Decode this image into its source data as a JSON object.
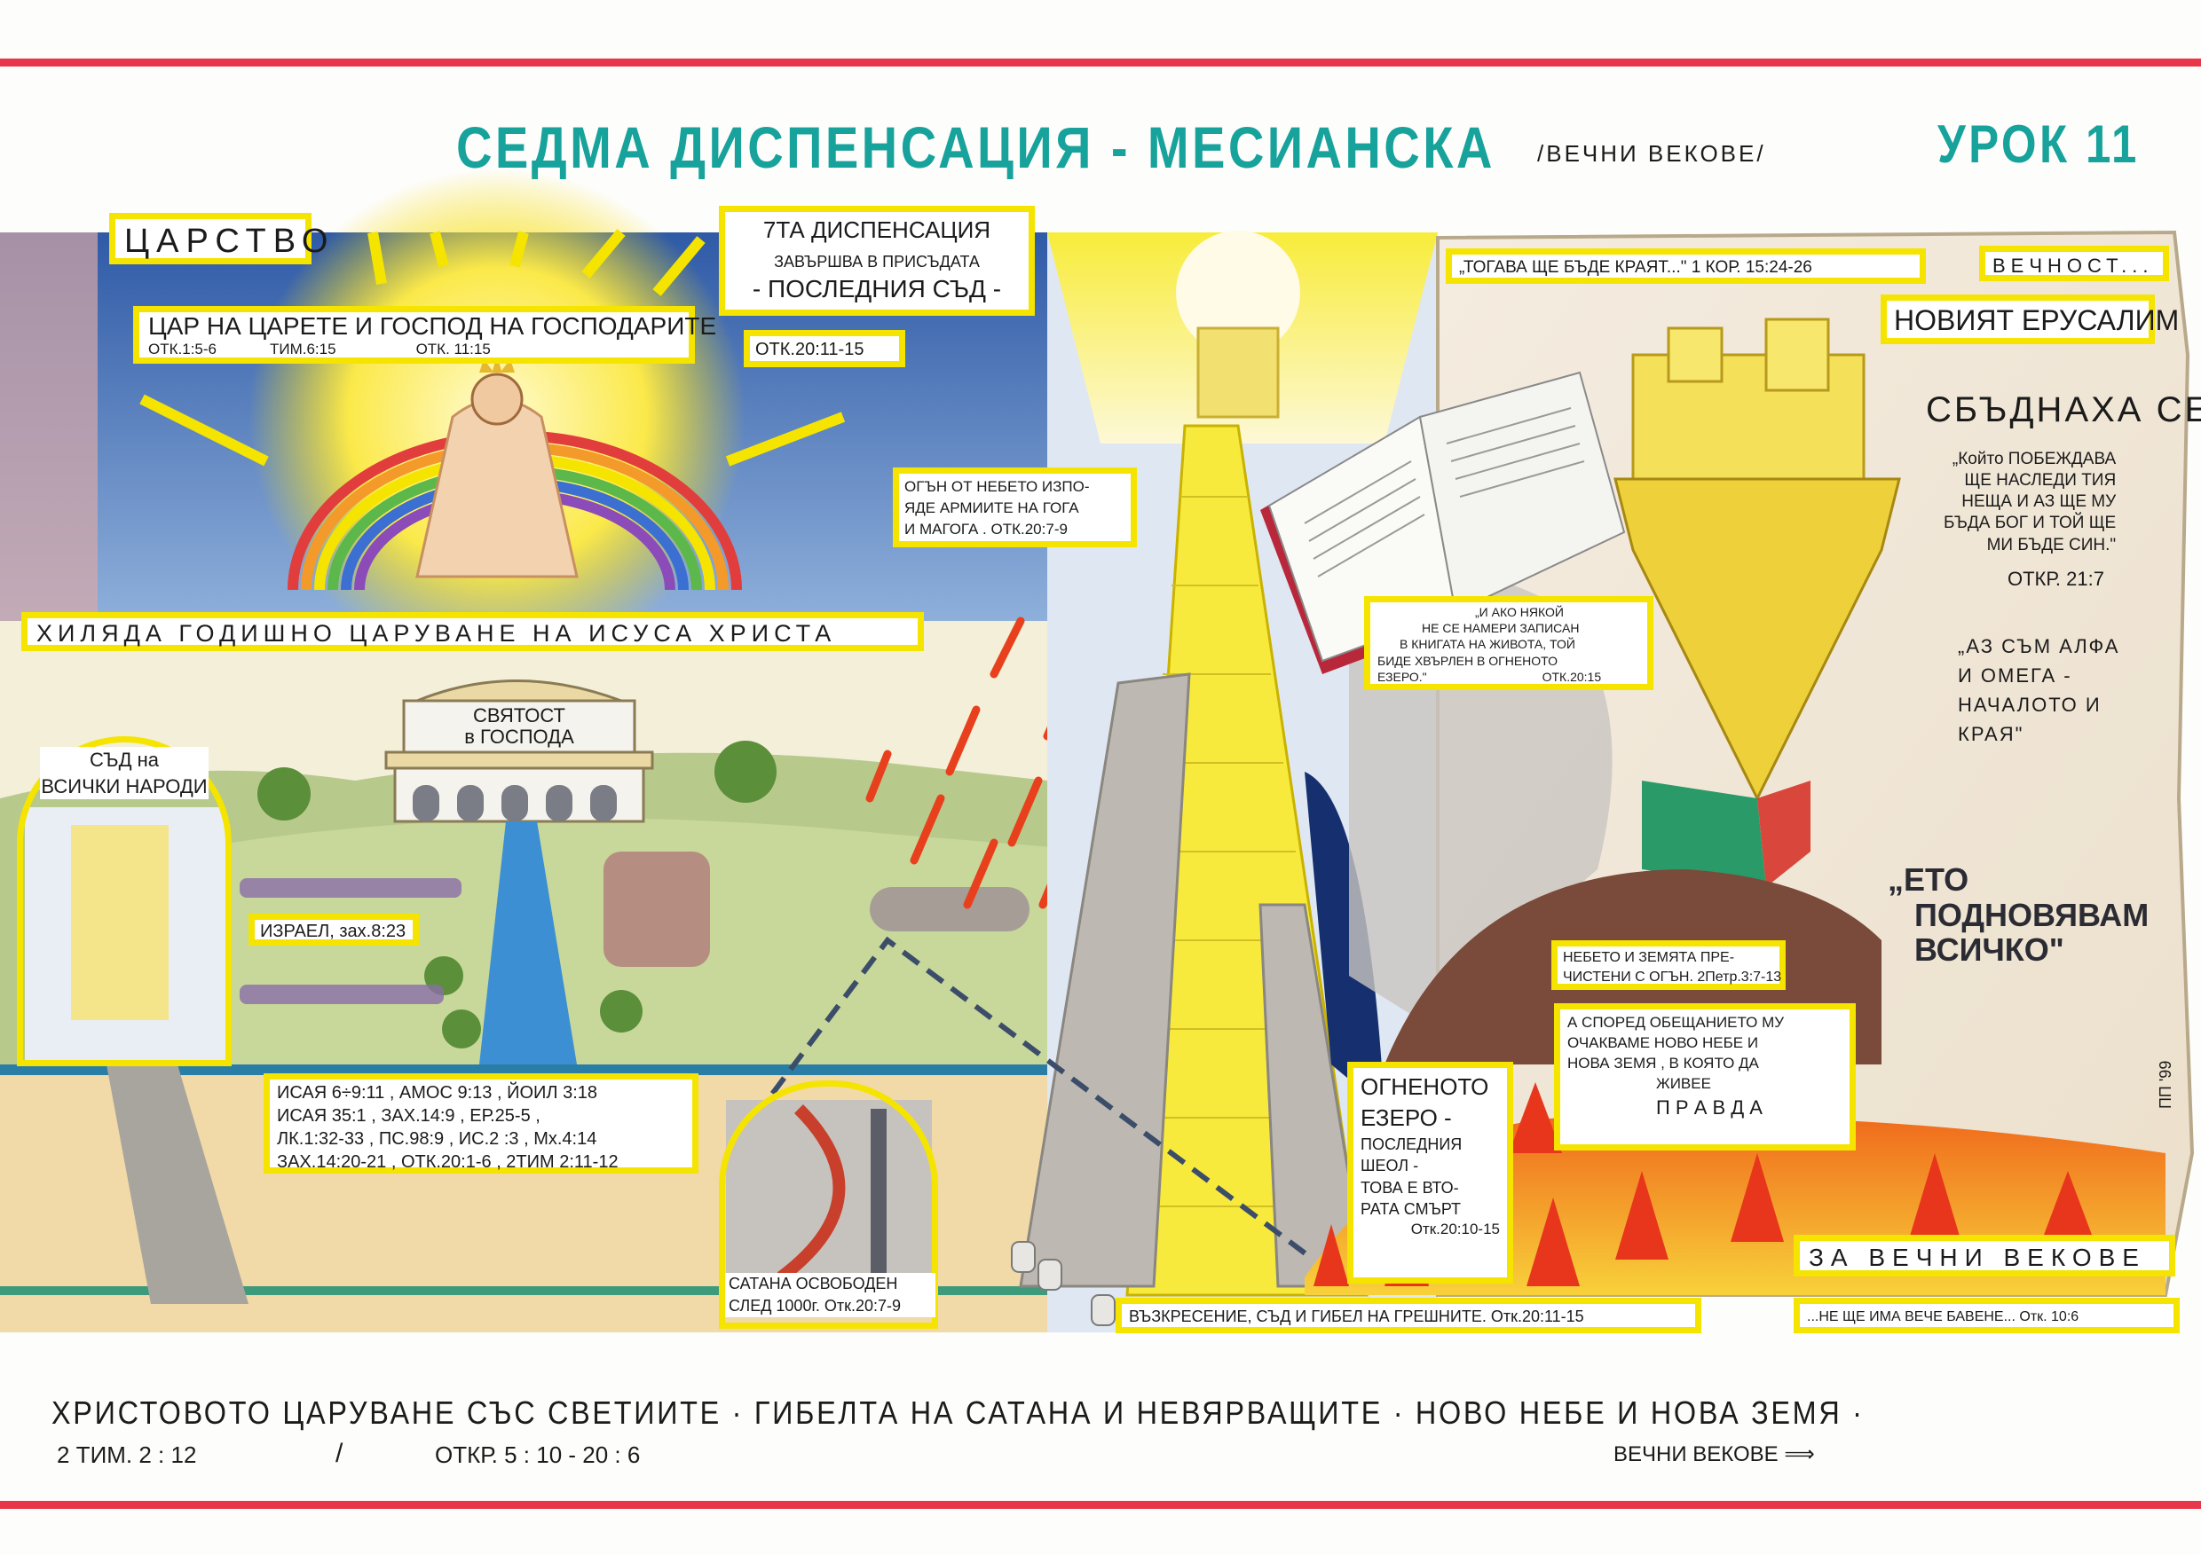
{
  "header": {
    "title": "СЕДМА ДИСПЕНСАЦИЯ - МЕСИАНСКА",
    "subtitle": "/ВЕЧНИ ВЕКОВЕ/",
    "lesson": "УРОК 11"
  },
  "left": {
    "kingdom": "ЦАРСТВО",
    "king_title": "ЦАР на ЦАРЕТЕ и ГОСПОД на ГОСПОДАРИТЕ",
    "king_refs": [
      "ОТК.1:5-6",
      "ТИМ.6:15",
      "ОТК. 11:15"
    ],
    "millennium": "ХИЛЯДА ГОДИШНО ЦАРУВАНЕ НА ИСУСА ХРИСТА",
    "judgment_nations": [
      "СЪД на",
      "ВСИЧКИ НАРОДИ"
    ],
    "temple": [
      "СВЯТОСТ",
      "в ГОСПОДА"
    ],
    "israel": "ИЗРАЕЛ, зах.8:23",
    "refs": [
      "ИСАЯ 6÷9:11 , АМОС 9:13 , ЙОИЛ 3:18",
      "ИСАЯ 35:1 , ЗАХ.14:9 , ЕР.25-5 ,",
      "ЛК.1:32-33 , ПС.98:9 , ИС.2 :3 , Мх.4:14",
      "ЗАХ.14:20-21 , ОТК.20:1-6 , 2ТИМ 2:11-12"
    ],
    "satan": [
      "САТАНА ОСВОБОДЕН",
      "СЛЕД 1000г. Отк.20:7-9"
    ]
  },
  "middle": {
    "dispensation": [
      "7ТА ДИСПЕНСАЦИЯ",
      "ЗАВЪРШВА в ПРИСЪДАТА",
      "- ПОСЛЕДНИЯ СЪД -"
    ],
    "dispensation_ref": "ОТК.20:11-15",
    "fire_from_heaven": [
      "ОГЪН ОТ НЕБЕТО ИЗПО-",
      "ЯДЕ АРМИИТЕ НА ГОГА",
      "И МАГОГА . ОТК.20:7-9"
    ],
    "book_quote": [
      "„И АКО НЯКОЙ",
      "НЕ СЕ НАМЕРИ ЗАПИСАН",
      "В КНИГАТА НА ЖИВОТА, ТОЙ",
      "БИДЕ ХВЪРЛЕН В ОГНЕНОТО",
      "ЕЗЕРО.\"",
      "ОТК.20:15"
    ],
    "resurrection": "ВЪЗКРЕСЕНИЕ, СЪД И ГИБЕЛ НА ГРЕШНИТЕ. Отк.20:11-15",
    "lake_of_fire": [
      "ОГНЕНОТО",
      "ЕЗЕРО -",
      "ПОСЛЕДНИЯ",
      "ШЕОЛ -",
      "ТОВА Е ВТО-",
      "РАТА СМЪРТ",
      "Отк.20:10-15"
    ]
  },
  "right": {
    "end_quote": "„ТОГАВА ЩЕ БЪДЕ КРАЯТ...\" 1 КОР. 15:24-26",
    "eternity": "ВЕЧНОСТ...",
    "new_jerusalem": "НОВИЯТ ЕРУСАЛИМ",
    "fulfilled": "СБЪДНАХА СЕ",
    "overcomer_quote": [
      "„Който ПОБЕЖДАВА",
      "ЩЕ НАСЛЕДИ ТИЯ",
      "НЕЩА И АЗ ЩЕ МУ",
      "БЪДА БОГ И ТОЙ ЩЕ",
      "МИ БЪДЕ СИН.\""
    ],
    "overcomer_ref": "ОТКР. 21:7",
    "alpha_omega": [
      "„АЗ СЪМ АЛФА",
      "И ОМЕГА -",
      "НАЧАЛОТО И",
      "КРАЯ\""
    ],
    "make_new": [
      "„ЕТО",
      "ПОДНОВЯВАМ",
      "ВСИЧКО\""
    ],
    "purified": [
      "НЕБЕТО И ЗЕМЯТА ПРЕ-",
      "ЧИСТЕНИ С ОГЪН. 2Петр.3:7-13"
    ],
    "promise": [
      "А СПОРЕД ОБЕЩАНИЕТО МУ",
      "ОЧАКВАМЕ НОВО НЕБЕ И",
      "НОВА ЗЕМЯ , В КОЯТО ДА",
      "ЖИВЕЕ",
      "П Р А В Д А"
    ],
    "forever": "ЗА ВЕЧНИ ВЕКОВЕ",
    "no_delay": "...НЕ ЩЕ ИМА ВЕЧЕ БАВЕНЕ... Отк. 10:6",
    "signature": "ПП '99"
  },
  "footer": {
    "caption": "ХРИСТОВОТО ЦАРУВАНЕ СЪС СВЕТИИТЕ  ·  ГИБЕЛТА НА САТАНА И НЕВЯРВАЩИТЕ  ·  НОВО НЕБЕ И НОВА ЗЕМЯ  ·",
    "ref1": "2 ТИМ. 2 : 12",
    "slash": "/",
    "ref2": "ОТКР. 5 : 10 - 20 : 6",
    "forever": "ВЕЧНИ ВЕКОВЕ ⟹"
  },
  "colors": {
    "title": "#17a29c",
    "frame": "#e8364a",
    "label_border": "#f5e400"
  }
}
